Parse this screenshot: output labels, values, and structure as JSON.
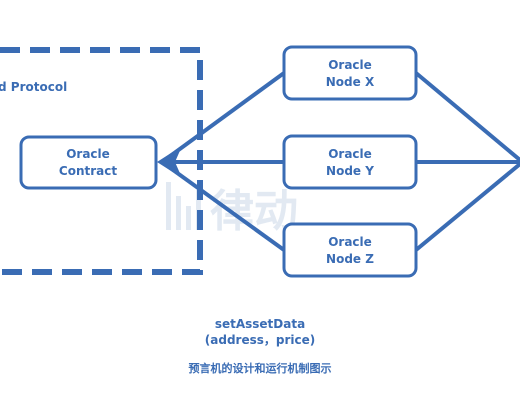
{
  "colors": {
    "primary": "#3a6cb4",
    "watermark": "#dfe7f1"
  },
  "protocol": {
    "label": "d Protocol"
  },
  "contract": {
    "line1": "Oracle",
    "line2": "Contract"
  },
  "nodes": [
    {
      "line1": "Oracle",
      "line2": "Node X"
    },
    {
      "line1": "Oracle",
      "line2": "Node Y"
    },
    {
      "line1": "Oracle",
      "line2": "Node Z"
    }
  ],
  "call": {
    "name": "setAssetData",
    "params": "(address，price)"
  },
  "caption": "预言机的设计和运行机制图示",
  "watermark": {
    "text": "律动",
    "icon": "lido-style-watermark-icon"
  }
}
